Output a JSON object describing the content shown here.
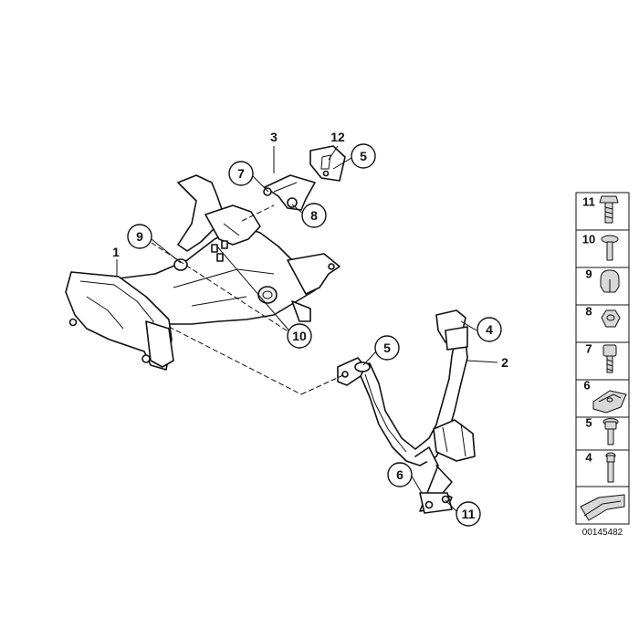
{
  "diagram": {
    "document_id": "00145482",
    "callouts": {
      "c9": "9",
      "c10": "10",
      "c7": "7",
      "c8": "8",
      "c5_top": "5",
      "c5_mid": "5",
      "c4": "4",
      "c6": "6",
      "c11": "11"
    },
    "labels": {
      "l1": "1",
      "l2": "2",
      "l3": "3",
      "l12": "12"
    },
    "legend": [
      {
        "number": "11",
        "icon": "hex-bolt-icon"
      },
      {
        "number": "10",
        "icon": "rivet-icon"
      },
      {
        "number": "9",
        "icon": "cap-nut-icon"
      },
      {
        "number": "8",
        "icon": "hex-nut-icon"
      },
      {
        "number": "7",
        "icon": "socket-head-screw-icon"
      },
      {
        "number": "6",
        "icon": "clip-nut-icon"
      },
      {
        "number": "5",
        "icon": "flange-screw-icon"
      },
      {
        "number": "4",
        "icon": "fillister-screw-icon"
      }
    ],
    "colors": {
      "line": "#111111",
      "background": "#ffffff"
    }
  }
}
